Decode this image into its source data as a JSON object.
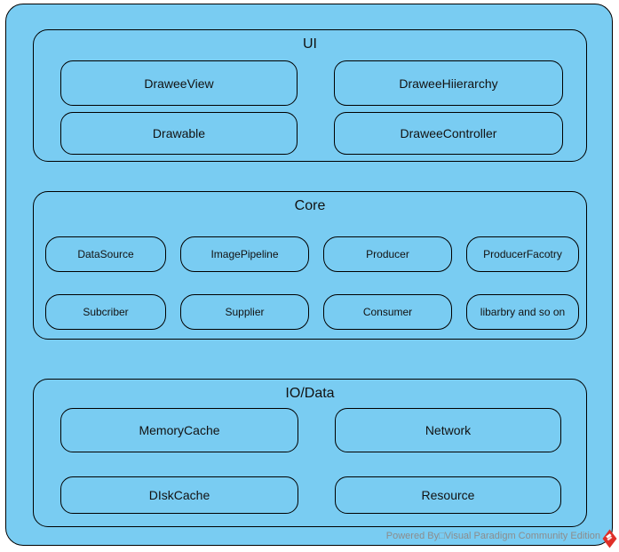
{
  "diagram": {
    "sections": [
      {
        "title": "UI",
        "boxes": [
          "DraweeView",
          "DraweeHiierarchy",
          "Drawable",
          "DraweeController"
        ]
      },
      {
        "title": "Core",
        "boxes": [
          "DataSource",
          "ImagePipeline",
          "Producer",
          "ProducerFacotry",
          "Subcriber",
          "Supplier",
          "Consumer",
          "libarbry and so on"
        ]
      },
      {
        "title": "IO/Data",
        "boxes": [
          "MemoryCache",
          "Network",
          "DIskCache",
          "Resource"
        ]
      }
    ]
  },
  "footer": {
    "powered_by": "Powered By□Visual Paradigm Community Edition"
  },
  "colors": {
    "fill": "#79ccf2",
    "border": "#000000",
    "text": "#121212",
    "footer_text": "#8c8c8c",
    "logo_red": "#df2f28"
  }
}
